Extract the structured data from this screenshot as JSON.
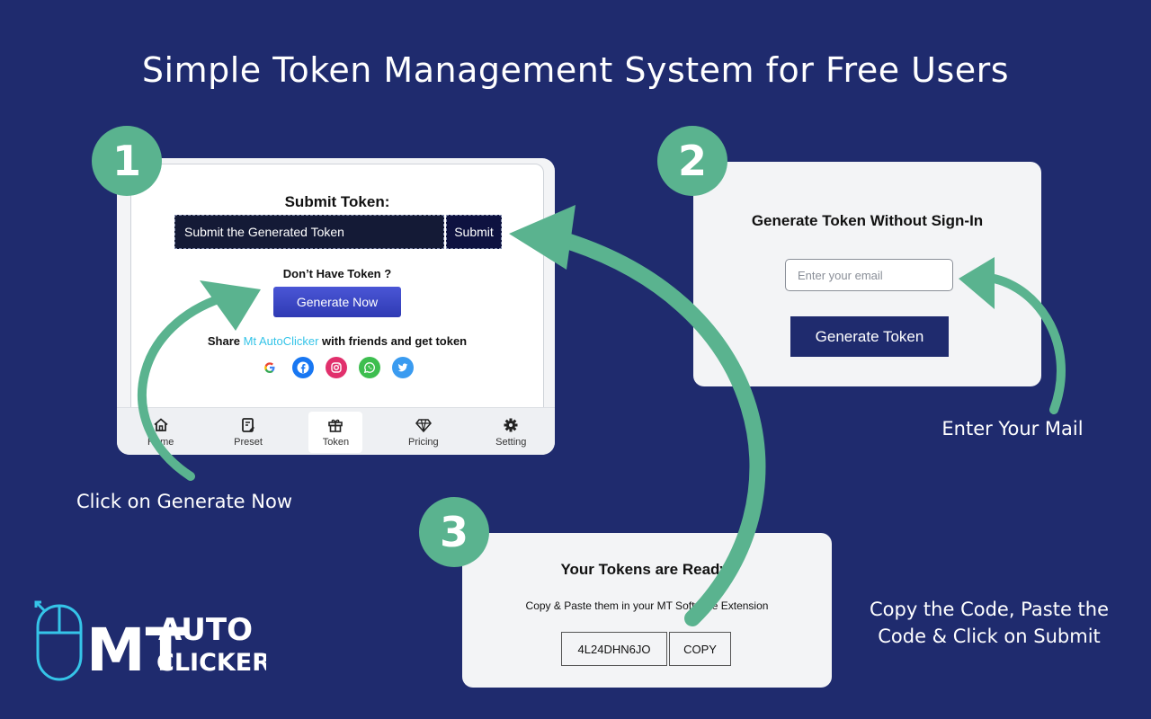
{
  "headline": "Simple Token Management System for Free Users",
  "steps": [
    "1",
    "2",
    "3"
  ],
  "panel1": {
    "title": "Submit Token:",
    "token_placeholder": "Submit the Generated Token",
    "submit_label": "Submit",
    "dont_have": "Don’t Have Token ?",
    "generate_now": "Generate Now",
    "share_prefix": "Share ",
    "share_brand": "Mt AutoClicker",
    "share_suffix": " with friends and get token",
    "socials": [
      "google-icon",
      "facebook-icon",
      "instagram-icon",
      "whatsapp-icon",
      "twitter-icon"
    ],
    "nav": [
      {
        "label": "Home",
        "icon": "home-icon"
      },
      {
        "label": "Preset",
        "icon": "preset-icon"
      },
      {
        "label": "Token",
        "icon": "gift-icon",
        "active": true
      },
      {
        "label": "Pricing",
        "icon": "diamond-icon"
      },
      {
        "label": "Setting",
        "icon": "gear-icon"
      }
    ]
  },
  "panel2": {
    "title": "Generate Token Without Sign-In",
    "email_placeholder": "Enter your email",
    "generate_token": "Generate Token"
  },
  "panel3": {
    "title": "Your Tokens are Ready!",
    "subtitle": "Copy & Paste them in your MT Software Extension",
    "code": "4L24DHN6JO",
    "copy_label": "COPY"
  },
  "captions": {
    "step1": "Click on Generate Now",
    "step2": "Enter Your Mail",
    "step3_line1": "Copy the Code, Paste the",
    "step3_line2": "Code & Click on Submit"
  },
  "logo": {
    "line1": "AUTO",
    "line2": "CLICKER",
    "mark": "MT"
  },
  "colors": {
    "background": "#1f2b6e",
    "accent_green": "#5ab38f",
    "button_navy": "#1f2b6e",
    "link_cyan": "#35c4e8"
  }
}
